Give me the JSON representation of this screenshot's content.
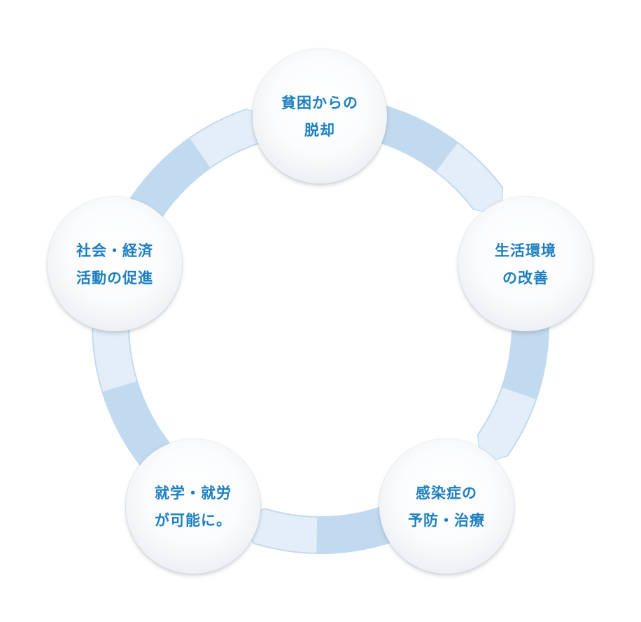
{
  "diagram": {
    "type": "cycle",
    "colors": {
      "ring": "#c2daef",
      "text": "#1d7fc0"
    },
    "nodes": [
      {
        "lines": [
          "貧困からの",
          "脱却"
        ]
      },
      {
        "lines": [
          "生活環境",
          "の改善"
        ]
      },
      {
        "lines": [
          "感染症の",
          "予防・治療"
        ]
      },
      {
        "lines": [
          "就学・就労",
          "が可能に。"
        ]
      },
      {
        "lines": [
          "社会・経済",
          "活動の促進"
        ]
      }
    ]
  }
}
